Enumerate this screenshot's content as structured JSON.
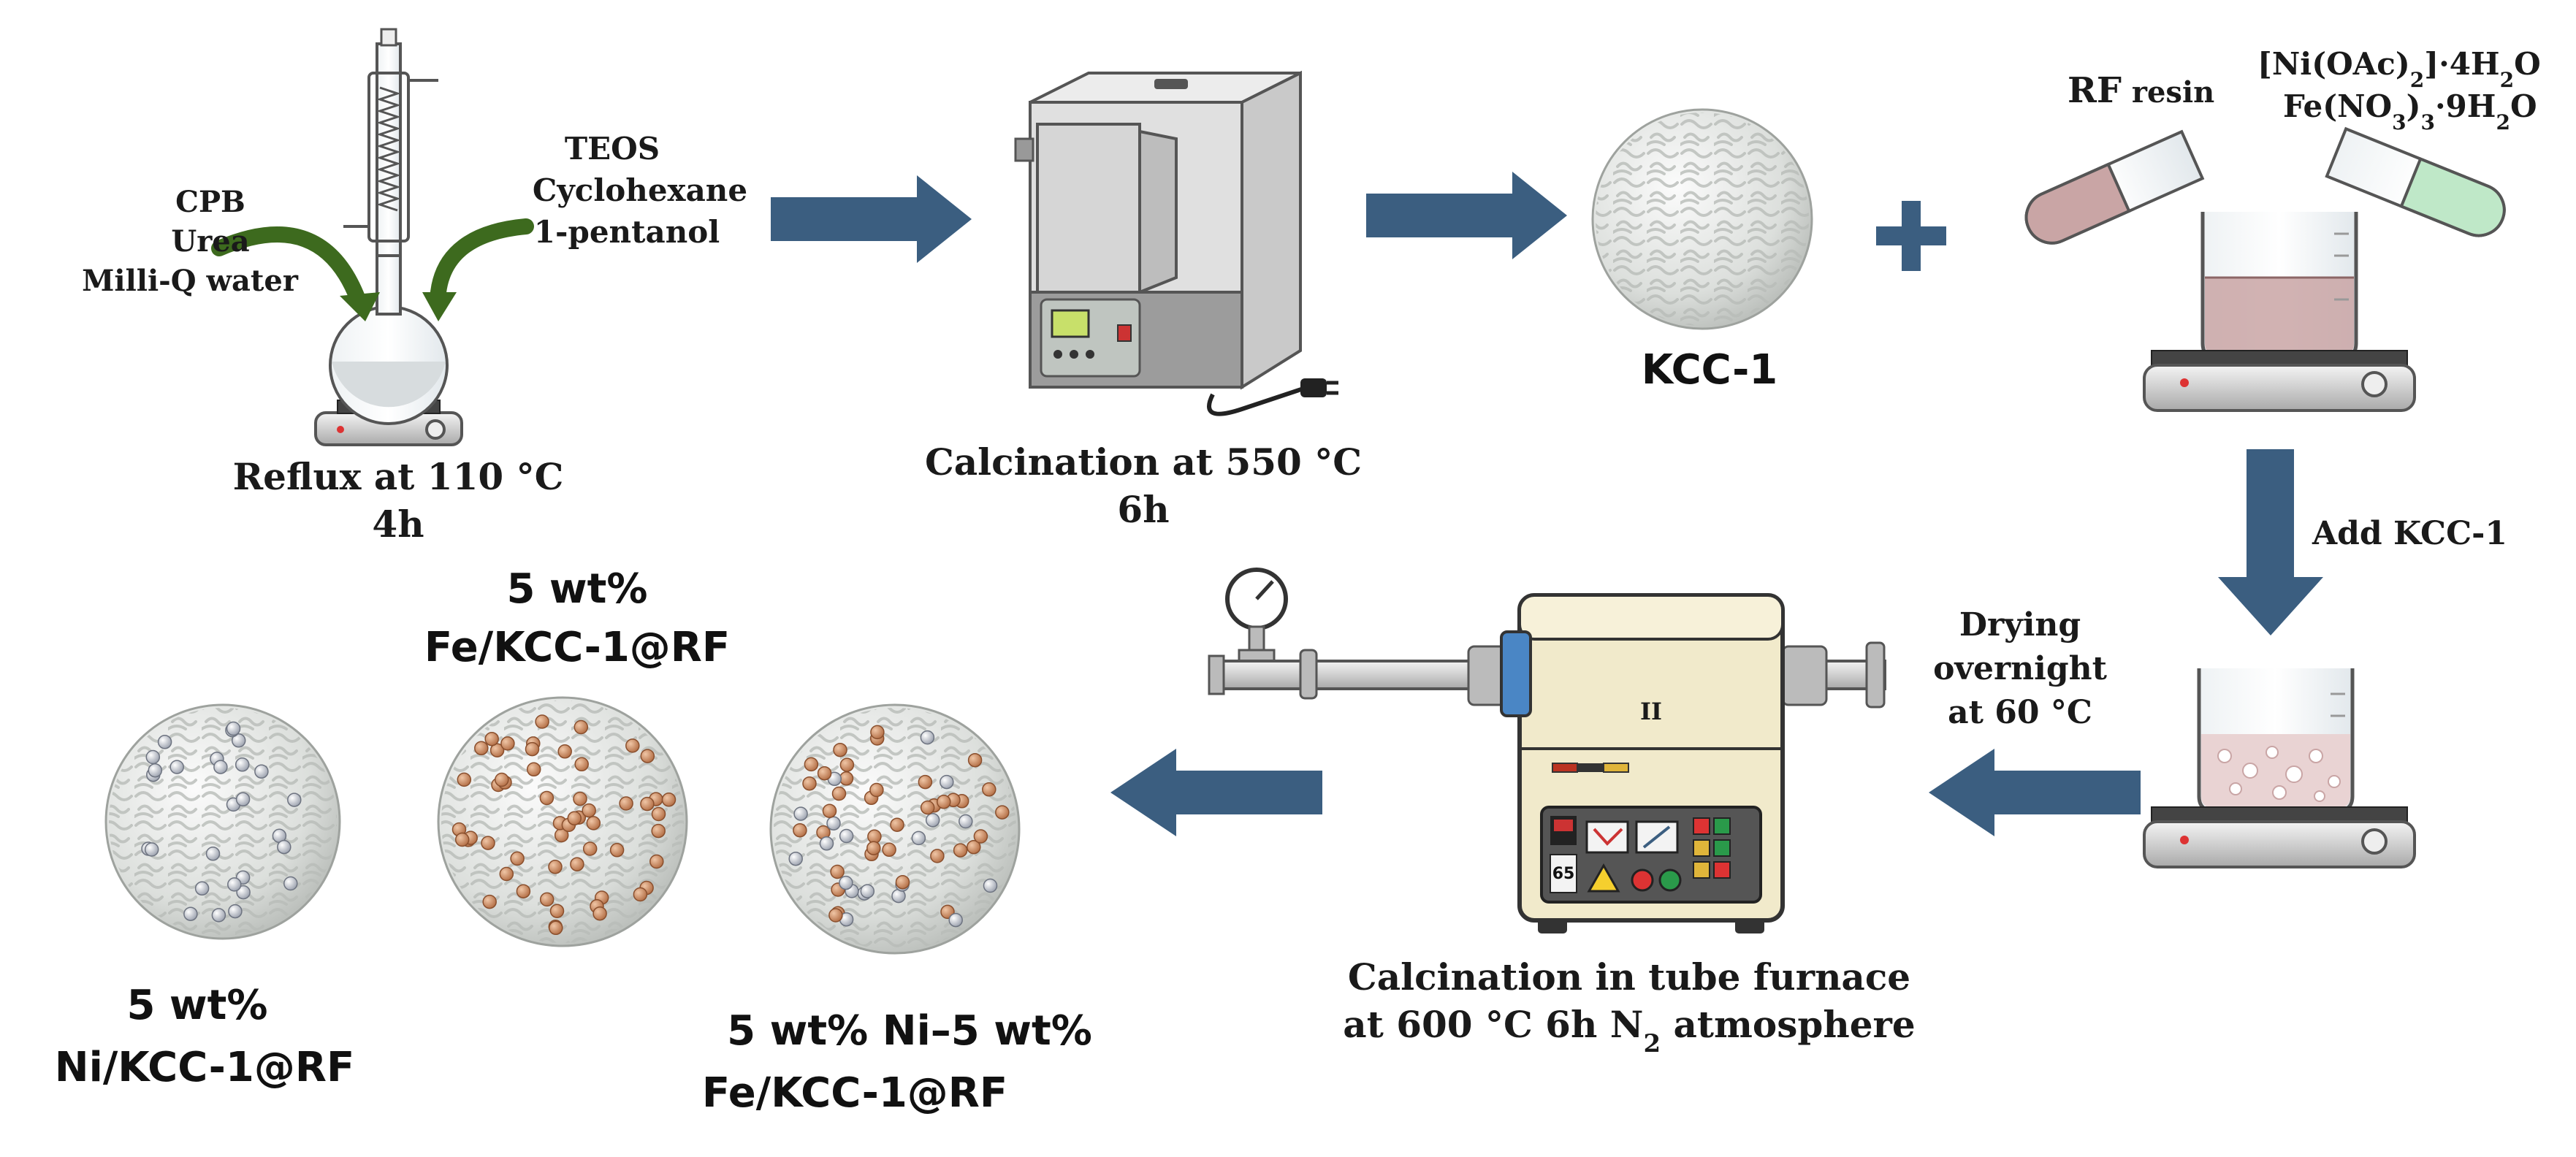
{
  "colors": {
    "arrow": "#3b5e80",
    "leaf_arrow": "#3d6a1e",
    "sphere_base": "#e6e8e6",
    "ni_particle": "#c9cdd6",
    "fe_particle": "#c98c62",
    "rf_solution": "#c9a5a5",
    "fe_solution": "#bfe8c8",
    "furnace_body": "#f1eacb",
    "muffle_body": "#e3e3e3"
  },
  "step1": {
    "reagents_left": [
      "CPB",
      "Urea",
      "Milli-Q water"
    ],
    "reagents_right": [
      "TEOS",
      "Cyclohexane",
      "1-pentanol"
    ],
    "caption": [
      "Reflux at 110 °C",
      "4h"
    ]
  },
  "step2": {
    "caption": [
      "Calcination at 550 °C",
      "6h"
    ]
  },
  "step3": {
    "product": "KCC-1",
    "plus": "+"
  },
  "step4": {
    "rf_label": {
      "main": "RF",
      "suffix": " resin"
    },
    "ni_salt": {
      "a": "[Ni(OAc)",
      "sub": "2",
      "b": "]·4H",
      "sub2": "2",
      "c": "O"
    },
    "fe_salt": {
      "a": "Fe(NO",
      "sub": "3",
      "b": ")",
      "sub2": "3",
      "c": "·9H",
      "sub3": "2",
      "d": "O"
    }
  },
  "step5": {
    "label": "Add KCC-1"
  },
  "step6": {
    "label": [
      "Drying",
      "overnight",
      "at 60 °C"
    ]
  },
  "step7": {
    "caption_line1": "Calcination in tube furnace",
    "caption_line2": {
      "a": "at 600 °C 6h N",
      "sub": "2",
      "b": " atmosphere"
    },
    "display": "65",
    "door_mark": "II"
  },
  "products": [
    {
      "label": [
        "5 wt%",
        "Ni/KCC-1@RF"
      ]
    },
    {
      "label": [
        "5 wt%",
        "Fe/KCC-1@RF"
      ]
    },
    {
      "label": [
        "5 wt% Ni–5 wt%",
        "Fe/KCC-1@RF"
      ]
    }
  ]
}
